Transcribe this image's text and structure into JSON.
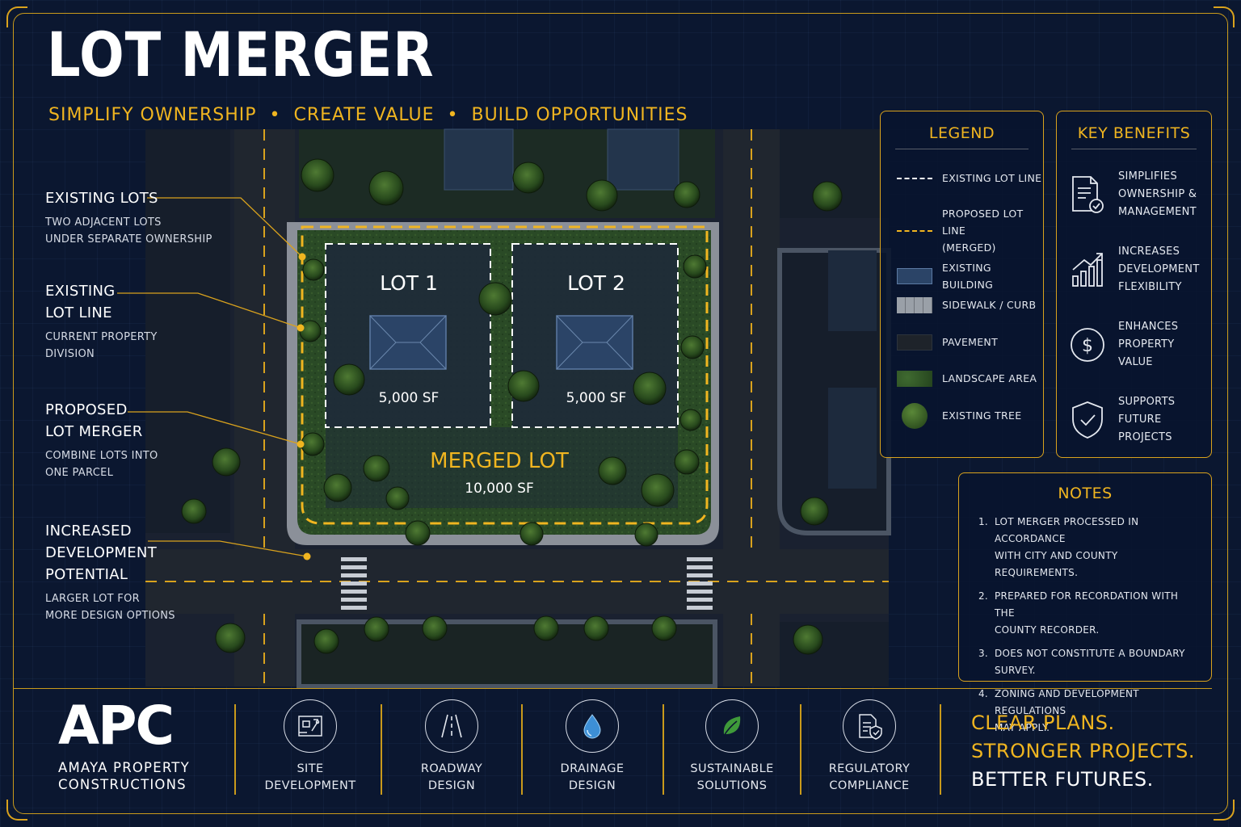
{
  "header": {
    "title": "LOT MERGER",
    "subtitle": "SIMPLIFY OWNERSHIP  •  CREATE VALUE  •  BUILD OPPORTUNITIES"
  },
  "map": {
    "lot1": {
      "label": "LOT 1",
      "area": "5,000 SF"
    },
    "lot2": {
      "label": "LOT 2",
      "area": "5,000 SF"
    },
    "merged": {
      "label": "MERGED LOT",
      "area": "10,000 SF"
    }
  },
  "callouts": [
    {
      "title": "EXISTING LOTS",
      "desc": [
        "TWO ADJACENT LOTS",
        "UNDER SEPARATE OWNERSHIP"
      ]
    },
    {
      "title": "EXISTING LOT LINE",
      "desc": [
        "CURRENT PROPERTY",
        "DIVISION"
      ]
    },
    {
      "title": "PROPOSED LOT MERGER",
      "desc": [
        "COMBINE LOTS INTO",
        "ONE PARCEL"
      ]
    },
    {
      "title": "INCREASED DEVELOPMENT POTENTIAL",
      "desc": [
        "LARGER LOT FOR",
        "MORE DESIGN OPTIONS"
      ]
    }
  ],
  "callout_lines": {
    "c0": {
      "t1": "EXISTING LOTS",
      "s1": "TWO ADJACENT LOTS",
      "s2": "UNDER SEPARATE OWNERSHIP"
    },
    "c1": {
      "t1": "EXISTING",
      "t2": "LOT LINE",
      "s1": "CURRENT PROPERTY",
      "s2": "DIVISION"
    },
    "c2": {
      "t1": "PROPOSED",
      "t2": "LOT MERGER",
      "s1": "COMBINE LOTS INTO",
      "s2": "ONE PARCEL"
    },
    "c3": {
      "t1": "INCREASED",
      "t2": "DEVELOPMENT",
      "t3": "POTENTIAL",
      "s1": "LARGER LOT FOR",
      "s2": "MORE DESIGN OPTIONS"
    }
  },
  "legend": {
    "title": "LEGEND",
    "items": {
      "existing_lot_line": "EXISTING LOT LINE",
      "proposed_lot_line_1": "PROPOSED LOT LINE",
      "proposed_lot_line_2": "(MERGED)",
      "existing_building": "EXISTING BUILDING",
      "sidewalk": "SIDEWALK / CURB",
      "pavement": "PAVEMENT",
      "landscape": "LANDSCAPE AREA",
      "tree": "EXISTING TREE"
    }
  },
  "benefits": {
    "title": "KEY BENEFITS",
    "items": [
      {
        "icon": "document-check-icon",
        "l1": "SIMPLIFIES",
        "l2": "OWNERSHIP &",
        "l3": "MANAGEMENT"
      },
      {
        "icon": "growth-chart-icon",
        "l1": "INCREASES",
        "l2": "DEVELOPMENT",
        "l3": "FLEXIBILITY"
      },
      {
        "icon": "dollar-icon",
        "l1": "ENHANCES",
        "l2": "PROPERTY",
        "l3": "VALUE"
      },
      {
        "icon": "shield-check-icon",
        "l1": "SUPPORTS",
        "l2": "FUTURE",
        "l3": "PROJECTS"
      }
    ]
  },
  "notes": {
    "title": "NOTES",
    "items": [
      {
        "num": "1.",
        "l1": "LOT MERGER PROCESSED IN ACCORDANCE",
        "l2": "WITH CITY AND COUNTY REQUIREMENTS."
      },
      {
        "num": "2.",
        "l1": "PREPARED FOR RECORDATION WITH THE",
        "l2": "COUNTY RECORDER."
      },
      {
        "num": "3.",
        "l1": "DOES NOT CONSTITUTE A BOUNDARY",
        "l2": "SURVEY."
      },
      {
        "num": "4.",
        "l1": "ZONING AND DEVELOPMENT REGULATIONS",
        "l2": "MAY APPLY."
      }
    ]
  },
  "footer": {
    "logo_mark": "APC",
    "logo_line1": "AMAYA PROPERTY",
    "logo_line2": "CONSTRUCTIONS",
    "services": [
      {
        "icon": "site-plan-icon",
        "l1": "SITE",
        "l2": "DEVELOPMENT"
      },
      {
        "icon": "road-icon",
        "l1": "ROADWAY",
        "l2": "DESIGN"
      },
      {
        "icon": "water-drop-icon",
        "l1": "DRAINAGE",
        "l2": "DESIGN"
      },
      {
        "icon": "leaf-icon",
        "l1": "SUSTAINABLE",
        "l2": "SOLUTIONS"
      },
      {
        "icon": "compliance-document-icon",
        "l1": "REGULATORY",
        "l2": "COMPLIANCE"
      }
    ],
    "tagline": {
      "l1": "CLEAR PLANS.",
      "l2": "STRONGER PROJECTS.",
      "l3": "BETTER FUTURES."
    }
  },
  "colors": {
    "accent": "#f0b520",
    "background": "#0b1730",
    "lot_line": "#ffffff",
    "landscape": "#2f5a2a"
  }
}
